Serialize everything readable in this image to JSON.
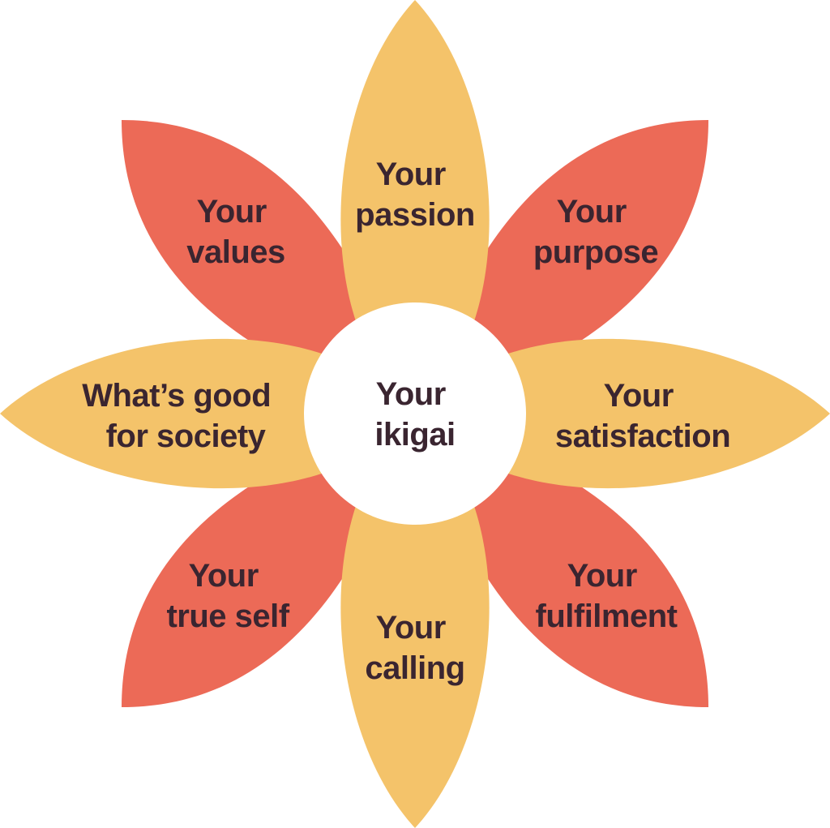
{
  "colors": {
    "petal_red": "#ec6a57",
    "petal_yellow": "#f4c36a",
    "center": "#ffffff",
    "text": "#3a2530"
  },
  "center": {
    "line1": "Your",
    "line2": "ikigai"
  },
  "petals": {
    "top": {
      "line1": "Your",
      "line2": "passion"
    },
    "top_right": {
      "line1": "Your",
      "line2": "purpose"
    },
    "right": {
      "line1": "Your",
      "line2": "satisfaction"
    },
    "bottom_right": {
      "line1": "Your",
      "line2": "fulfilment"
    },
    "bottom": {
      "line1": "Your",
      "line2": "calling"
    },
    "bottom_left": {
      "line1": "Your",
      "line2": "true self"
    },
    "left": {
      "line1": "What’s good",
      "line2": "for society"
    },
    "top_left": {
      "line1": "Your",
      "line2": "values"
    }
  }
}
